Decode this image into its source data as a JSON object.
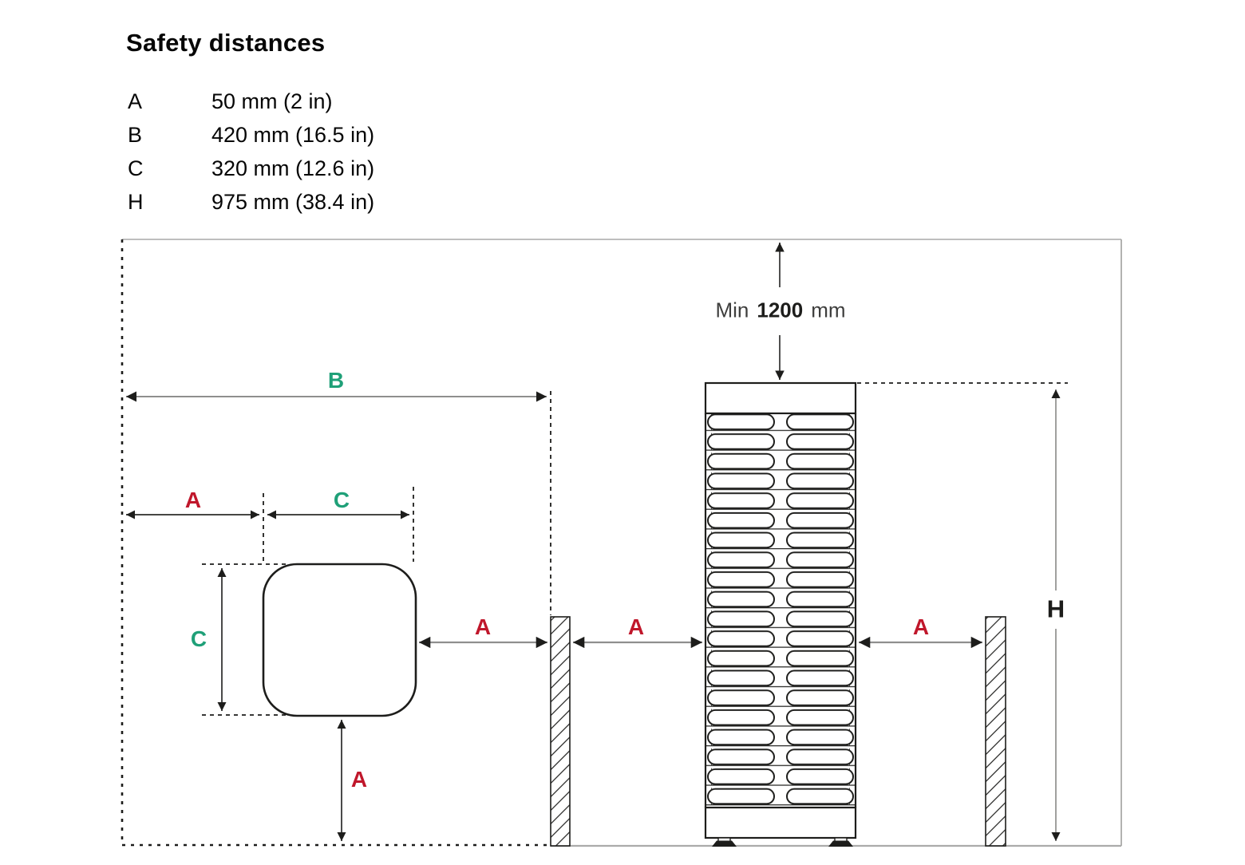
{
  "title": "Safety distances",
  "legend": [
    {
      "letter": "A",
      "value": "50 mm (2 in)"
    },
    {
      "letter": "B",
      "value": "420 mm (16.5 in)"
    },
    {
      "letter": "C",
      "value": "320 mm (12.6 in)"
    },
    {
      "letter": "H",
      "value": "975 mm (38.4 in)"
    }
  ],
  "dimensions": {
    "A": "A",
    "B": "B",
    "C": "C",
    "H": "H"
  },
  "min_clearance": {
    "prefix": "Min",
    "value": "1200",
    "unit": "mm"
  },
  "colors": {
    "dimension_red": "#C0172B",
    "dimension_teal": "#1FA078",
    "line_dark": "#1D1D1B",
    "line_gray": "#8F8F8E",
    "boundary_gray": "#A9A9A8"
  }
}
